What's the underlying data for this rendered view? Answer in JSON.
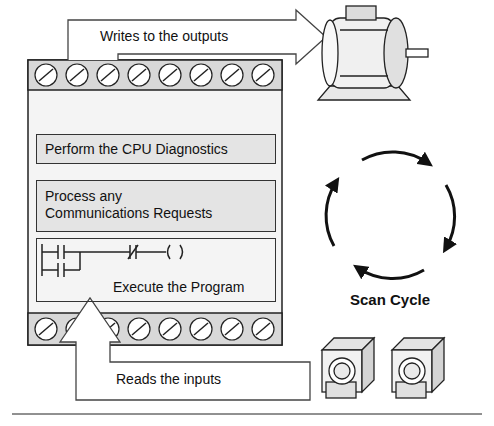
{
  "diagram": {
    "nodes": [
      {
        "text": [
          "Perform the CPU Diagnostics"
        ]
      },
      {
        "text": [
          "Process any Communications Requests"
        ]
      },
      {
        "text": [
          "Execute the Program"
        ]
      }
    ],
    "labels": [
      "Writes to the outputs",
      "Reads the inputs",
      "Scan Cycle"
    ]
  }
}
